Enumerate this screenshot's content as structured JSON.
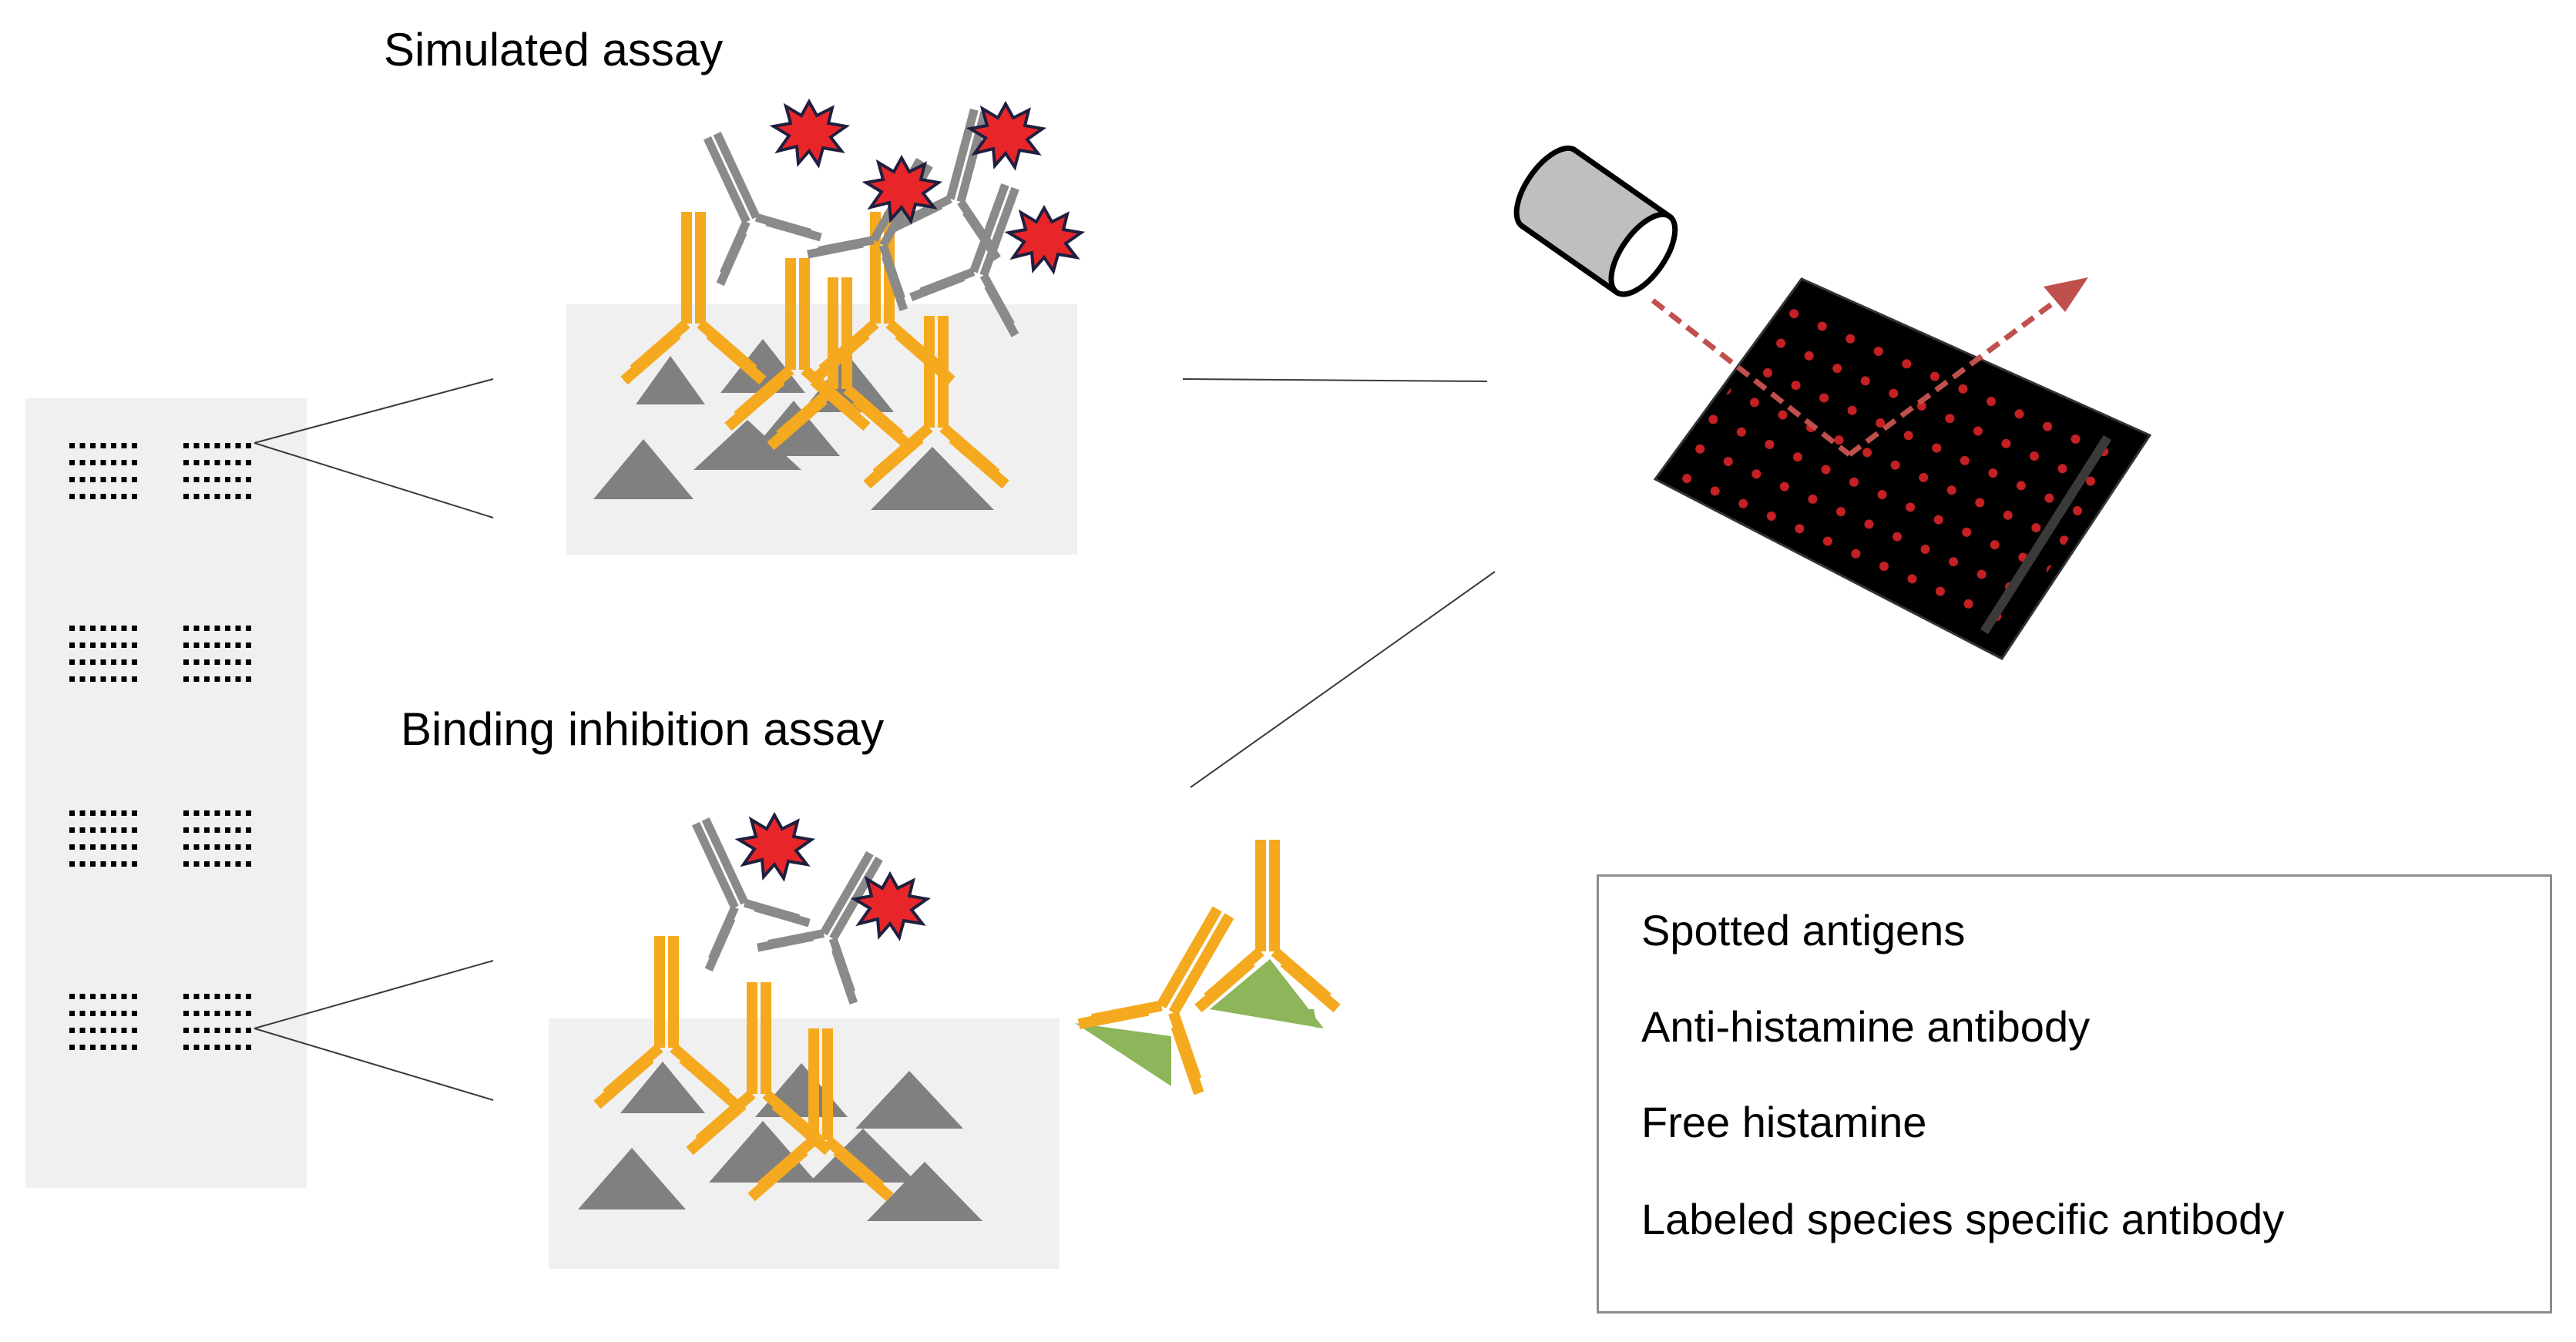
{
  "titles": {
    "simulated": "Simulated assay",
    "inhibition": "Binding inhibition assay"
  },
  "legend": {
    "spotted_antigens": "Spotted antigens",
    "anti_histamine": "Anti-histamine antibody",
    "free_histamine": "Free histamine",
    "labeled_antibody": "Labeled species specific antibody"
  },
  "colors": {
    "antigen": "#808080",
    "antibody": "#f5a91e",
    "histamine": "#8db65a",
    "label_star": "#e8262a",
    "secondary_antibody": "#8a8a8a",
    "panel": "#f0f0f0",
    "slide": "#000000",
    "laser": "#c0504d"
  }
}
